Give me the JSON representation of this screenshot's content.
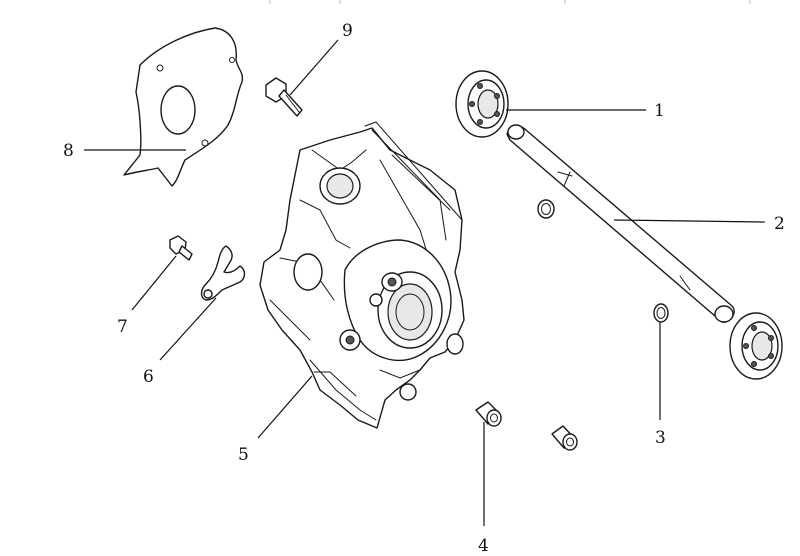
{
  "callouts": [
    {
      "id": "1",
      "label": "1",
      "part": "bearing"
    },
    {
      "id": "2",
      "label": "2",
      "part": "shaft"
    },
    {
      "id": "3",
      "label": "3",
      "part": "o-ring"
    },
    {
      "id": "4",
      "label": "4",
      "part": "dowel-pin"
    },
    {
      "id": "5",
      "label": "5",
      "part": "crankcase"
    },
    {
      "id": "6",
      "label": "6",
      "part": "shift-fork"
    },
    {
      "id": "7",
      "label": "7",
      "part": "bolt"
    },
    {
      "id": "8",
      "label": "8",
      "part": "gasket-plate"
    },
    {
      "id": "9",
      "label": "9",
      "part": "flange-bolt"
    }
  ]
}
